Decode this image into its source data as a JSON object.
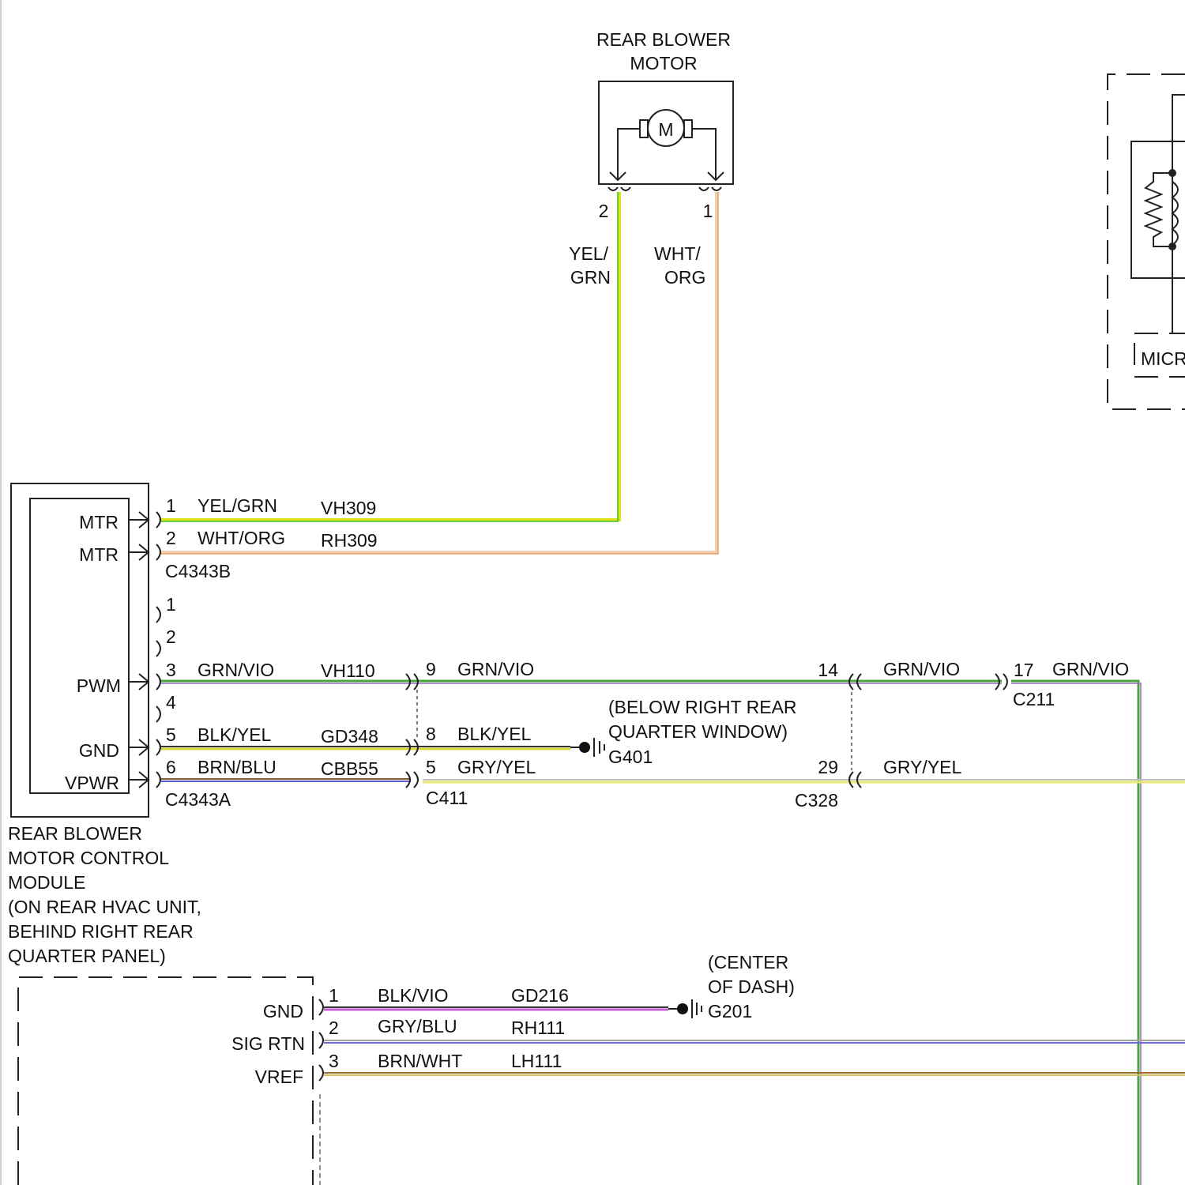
{
  "motor": {
    "title_line1": "REAR BLOWER",
    "title_line2": "MOTOR",
    "symbol": "M",
    "pins": [
      {
        "pin": "2",
        "color_line1": "YEL/",
        "color_line2": "GRN"
      },
      {
        "pin": "1",
        "color_line1": "WHT/",
        "color_line2": "ORG"
      }
    ]
  },
  "micro_label": "MICR",
  "module": {
    "pins_mtr": [
      "MTR",
      "MTR"
    ],
    "pwm": "PWM",
    "gnd": "GND",
    "vpwr": "VPWR",
    "desc": [
      "REAR BLOWER",
      "MOTOR CONTROL",
      "MODULE",
      "(ON REAR HVAC UNIT,",
      "BEHIND RIGHT REAR",
      "QUARTER PANEL)"
    ]
  },
  "connector_b": {
    "name": "C4343B",
    "rows": [
      {
        "pin": "1",
        "color": "YEL/GRN",
        "circuit": "VH309"
      },
      {
        "pin": "2",
        "color": "WHT/ORG",
        "circuit": "RH309"
      }
    ]
  },
  "connector_a": {
    "name": "C4343A",
    "rows": [
      {
        "pin": "1"
      },
      {
        "pin": "2"
      },
      {
        "pin": "3",
        "color": "GRN/VIO",
        "circuit": "VH110"
      },
      {
        "pin": "4"
      },
      {
        "pin": "5",
        "color": "BLK/YEL",
        "circuit": "GD348"
      },
      {
        "pin": "6",
        "color": "BRN/BLU",
        "circuit": "CBB55"
      }
    ]
  },
  "c411": {
    "name": "C411",
    "rows": [
      {
        "pin": "9",
        "color": "GRN/VIO"
      },
      {
        "pin": "8",
        "color": "BLK/YEL"
      },
      {
        "pin": "5",
        "color": "GRY/YEL"
      }
    ]
  },
  "g401": {
    "name": "G401",
    "loc_line1": "(BELOW RIGHT REAR",
    "loc_line2": "QUARTER WINDOW)"
  },
  "c328": {
    "name": "C328",
    "rows": [
      {
        "pin": "14",
        "color": "GRN/VIO"
      },
      {
        "pin": "29",
        "color": "GRY/YEL"
      }
    ]
  },
  "c211": {
    "name": "C211",
    "pin": "17",
    "color": "GRN/VIO"
  },
  "lower": {
    "pins": [
      {
        "label": "GND",
        "pin": "1",
        "color": "BLK/VIO",
        "circuit": "GD216"
      },
      {
        "label": "SIG RTN",
        "pin": "2",
        "color": "GRY/BLU",
        "circuit": "RH111"
      },
      {
        "label": "VREF",
        "pin": "3",
        "color": "BRN/WHT",
        "circuit": "LH111"
      }
    ],
    "g201": {
      "name": "G201",
      "loc_line1": "(CENTER",
      "loc_line2": "OF DASH)"
    }
  },
  "wire_colors": {
    "yel_grn": [
      "#dde51a",
      "#3fbf2a"
    ],
    "wht_org": [
      "#f0c8a0",
      "#e8a060"
    ],
    "grn_vio": [
      "#4aa63a",
      "#9a6ac8"
    ],
    "blk_yel": [
      "#333333",
      "#d8d83a"
    ],
    "brn_blu": [
      "#8a5a30",
      "#5a5ad8"
    ],
    "gry_yel": [
      "#b0b0b0",
      "#e8e870"
    ],
    "blk_vio": [
      "#333333",
      "#c060d0"
    ],
    "gry_blu": [
      "#a0a0a0",
      "#6a6ae0"
    ],
    "brn_wht": [
      "#9a6a30",
      "#d0c060"
    ]
  }
}
